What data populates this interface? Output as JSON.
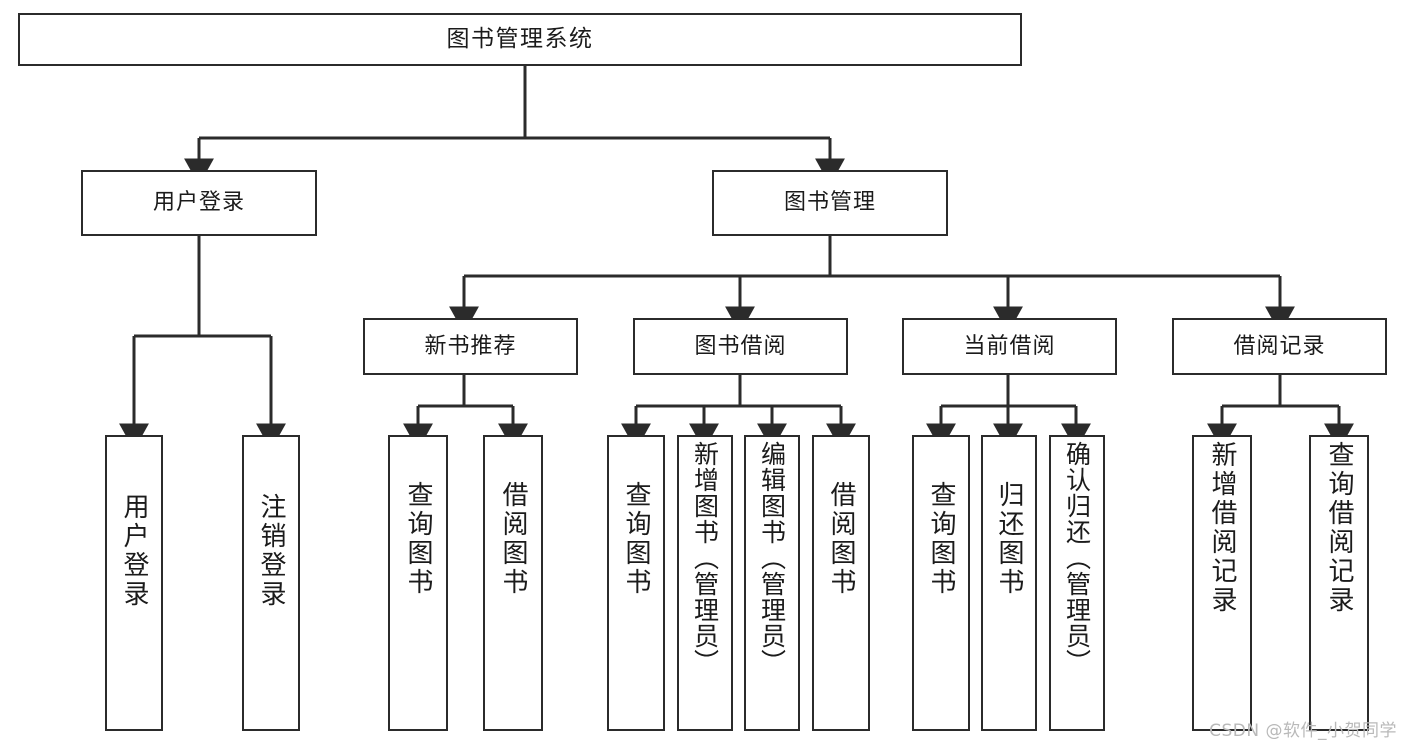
{
  "diagram": {
    "title": "图书管理系统",
    "type": "tree",
    "stroke_color": "#2b2b2b",
    "fill_color": "#ffffff",
    "text_color": "#1b1b1b"
  },
  "root": {
    "label": "图书管理系统"
  },
  "level2": [
    {
      "id": "user-login",
      "label": "用户登录"
    },
    {
      "id": "book-manage",
      "label": "图书管理"
    }
  ],
  "level3": [
    {
      "id": "new-book-rec",
      "label": "新书推荐"
    },
    {
      "id": "book-borrow",
      "label": "图书借阅"
    },
    {
      "id": "current-borrow",
      "label": "当前借阅"
    },
    {
      "id": "borrow-record",
      "label": "借阅记录"
    }
  ],
  "leaves": {
    "user_login": [
      {
        "id": "leaf-user-login",
        "label": "用户登录"
      },
      {
        "id": "leaf-logout-login",
        "label": "注销登录"
      }
    ],
    "new_book_rec": [
      {
        "id": "leaf-query-book-1",
        "label": "查询图书"
      },
      {
        "id": "leaf-borrow-book-1",
        "label": "借阅图书"
      }
    ],
    "book_borrow": [
      {
        "id": "leaf-query-book-2",
        "label": "查询图书"
      },
      {
        "id": "leaf-add-book",
        "label": "新增图书（管理员）"
      },
      {
        "id": "leaf-edit-book",
        "label": "编辑图书（管理员）"
      },
      {
        "id": "leaf-borrow-book-2",
        "label": "借阅图书"
      }
    ],
    "current_borrow": [
      {
        "id": "leaf-query-book-3",
        "label": "查询图书"
      },
      {
        "id": "leaf-return-book",
        "label": "归还图书"
      },
      {
        "id": "leaf-confirm-return",
        "label": "确认归还（管理员）"
      }
    ],
    "borrow_record": [
      {
        "id": "leaf-add-record",
        "label": "新增借阅记录"
      },
      {
        "id": "leaf-query-record",
        "label": "查询借阅记录"
      }
    ]
  },
  "watermark": {
    "text": "CSDN @软件_小贺同学"
  }
}
